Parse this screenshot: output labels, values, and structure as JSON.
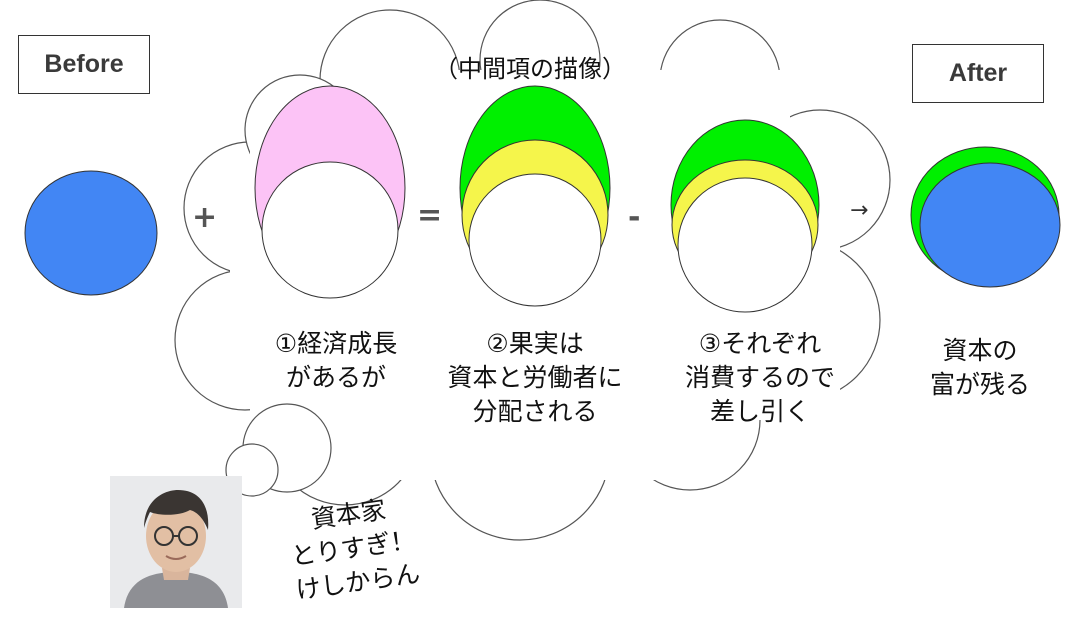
{
  "before_label": "Before",
  "after_label": "After",
  "middle_title": "（中間項の描像）",
  "operators": {
    "plus": "+",
    "equals": "=",
    "minus": "-",
    "arrow": "→"
  },
  "steps": [
    {
      "lines": [
        "①経済成長",
        "があるが"
      ]
    },
    {
      "lines": [
        "②果実は",
        "資本と労働者に",
        "分配される"
      ]
    },
    {
      "lines": [
        "③それぞれ",
        "消費するので",
        "差し引く"
      ]
    }
  ],
  "after_text": [
    "資本の",
    "富が残る"
  ],
  "capitalist_text": [
    "資本家",
    "とりすぎ！",
    "けしからん"
  ],
  "colors": {
    "capital": "#4286f4",
    "growth": "#fcc3f6",
    "capitalist_share": "#00f000",
    "worker_share": "#f5f54b",
    "outline": "#333333"
  }
}
